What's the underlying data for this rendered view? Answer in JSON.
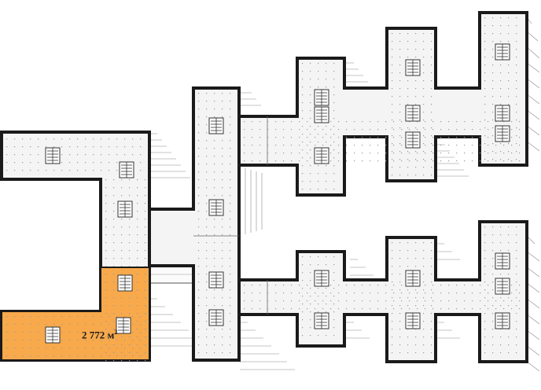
{
  "floor_plan": {
    "highlighted_unit": {
      "area_number": "2 772",
      "area_unit": "м",
      "area_unit_power": "2",
      "fill_color": "#F7A94C"
    },
    "colors": {
      "walls": "#1a1a1a",
      "floor": "#f4f4f4",
      "background": "#ffffff"
    }
  }
}
